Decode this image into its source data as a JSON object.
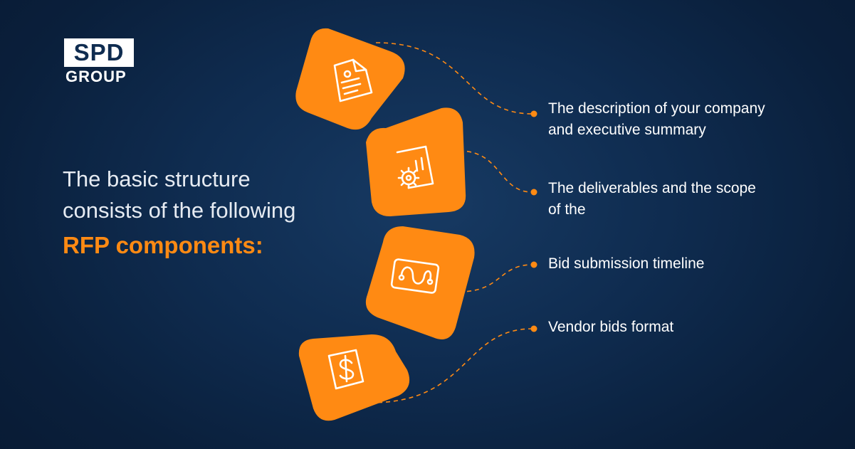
{
  "logo": {
    "main": "SPD",
    "sub": "GROUP"
  },
  "headline": {
    "line1": "The basic structure",
    "line2": "consists of the following",
    "accent": "RFP components:"
  },
  "items": [
    {
      "line1": "The description of your company",
      "line2": "and executive summary",
      "icon": "contract-document-icon"
    },
    {
      "line1": "The deliverables and the scope",
      "line2": "of the",
      "icon": "gear-document-icon"
    },
    {
      "line1": "Bid submission timeline",
      "line2": "",
      "icon": "roadmap-timeline-icon"
    },
    {
      "line1": "Vendor bids format",
      "line2": "",
      "icon": "dollar-document-icon"
    }
  ],
  "colors": {
    "accent": "#ff8a13",
    "background": "#0f2c50",
    "text": "#ffffff"
  }
}
